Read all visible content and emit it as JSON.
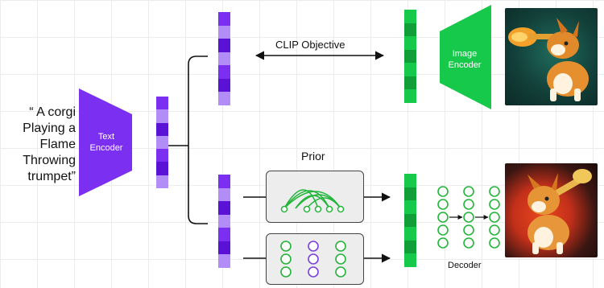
{
  "caption": {
    "lines": [
      "“ A corgi",
      "Playing a",
      "Flame",
      "Throwing",
      "trumpet”"
    ]
  },
  "text_encoder": {
    "line1": "Text",
    "line2": "Encoder"
  },
  "image_encoder": {
    "line1": "Image",
    "line2": "Encoder"
  },
  "clip_objective": "CLIP Objective",
  "prior": "Prior",
  "decoder": "Decoder",
  "colors": {
    "purple": "#7b2ff0",
    "purple_light": "#b28cf7",
    "purple_dark": "#5a12d6",
    "green": "#16c94a",
    "green_dark": "#0f9e38",
    "node_green": "#22b53a",
    "node_purple": "#7b3fe0"
  }
}
